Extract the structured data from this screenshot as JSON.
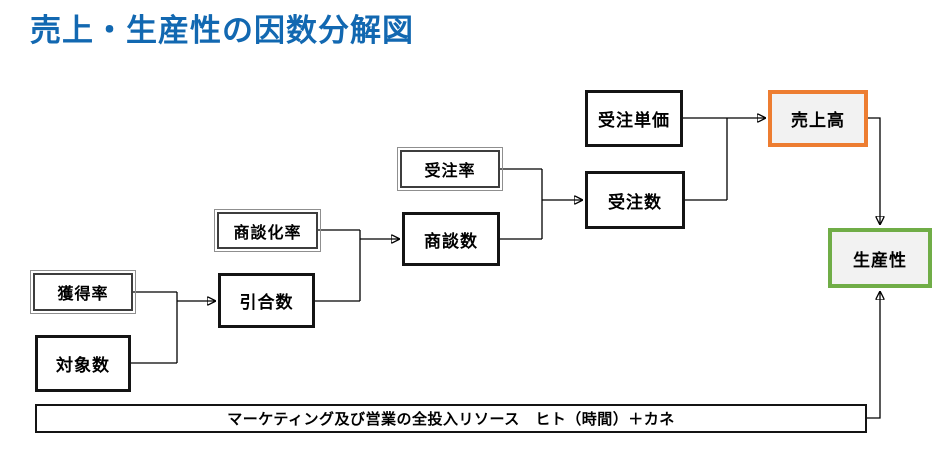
{
  "title": "売上・生産性の因数分解図",
  "colors": {
    "title_text": "#1268B1",
    "sales_accent_border": "#ED7D31",
    "productivity_accent_border": "#70AD47",
    "highlight_fill": "#F2F2F2",
    "connector_line": "#000000",
    "box_border": "#141414"
  },
  "nodes": {
    "acquisition_rate": {
      "label": "獲得率"
    },
    "target_count": {
      "label": "対象数"
    },
    "negotiation_conversion_rate": {
      "label": "商談化率"
    },
    "inquiry_count": {
      "label": "引合数"
    },
    "order_rate": {
      "label": "受注率"
    },
    "negotiation_count": {
      "label": "商談数"
    },
    "order_unit_price": {
      "label": "受注単価"
    },
    "order_count": {
      "label": "受注数"
    },
    "sales_revenue": {
      "label": "売上高"
    },
    "productivity": {
      "label": "生産性"
    },
    "resources_bar": {
      "label": "マーケティング及び営業の全投入リソース　ヒト（時間）＋カネ"
    }
  }
}
